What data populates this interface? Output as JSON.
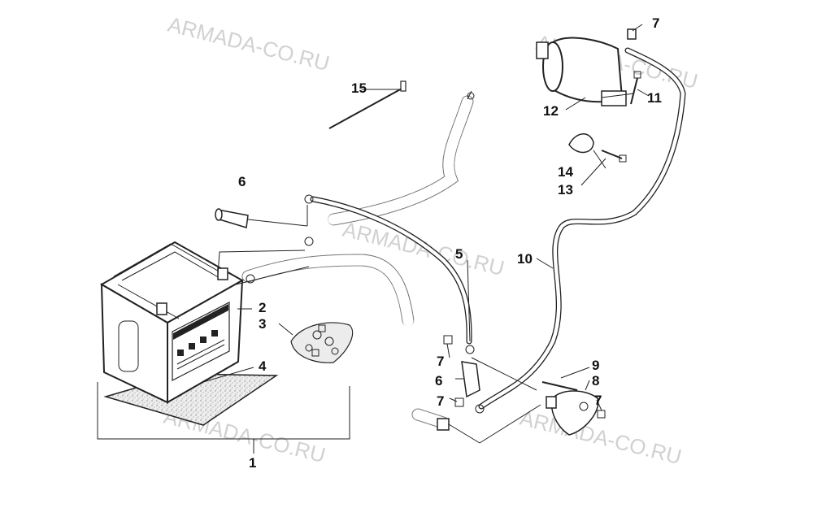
{
  "watermark": {
    "text": "ARMADA-CO.RU"
  },
  "parts": {
    "p1": "1",
    "p2": "2",
    "p3": "3",
    "p4": "4",
    "p5": "5",
    "p6a": "6",
    "p6b": "6",
    "p7a": "7",
    "p7b": "7",
    "p7c": "7",
    "p7d": "7",
    "p8": "8",
    "p9": "9",
    "p10": "10",
    "p11": "11",
    "p12": "12",
    "p13": "13",
    "p14": "14",
    "p15": "15"
  },
  "colors": {
    "line": "#222222",
    "watermark": "#c9c9c9",
    "pad": "#e6e6e6"
  }
}
